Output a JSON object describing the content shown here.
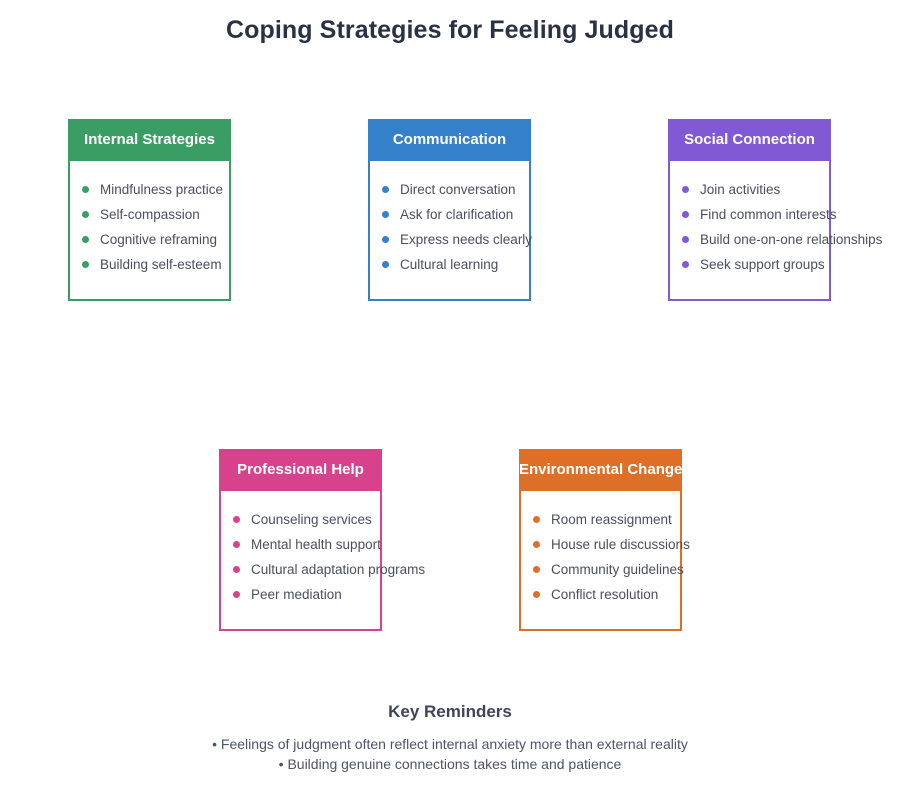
{
  "title": "Coping Strategies for Feeling Judged",
  "cards": [
    {
      "id": "internal",
      "header": "Internal Strategies",
      "color": "#3a9d63",
      "items": [
        "Mindfulness practice",
        "Self-compassion",
        "Cognitive reframing",
        "Building self-esteem"
      ]
    },
    {
      "id": "communication",
      "header": "Communication",
      "color": "#3480ca",
      "items": [
        "Direct conversation",
        "Ask for clarification",
        "Express needs clearly",
        "Cultural learning"
      ]
    },
    {
      "id": "social",
      "header": "Social Connection",
      "color": "#8259d4",
      "items": [
        "Join activities",
        "Find common interests",
        "Build one-on-one relationships",
        "Seek support groups"
      ]
    },
    {
      "id": "professional",
      "header": "Professional Help",
      "color": "#d8428c",
      "items": [
        "Counseling services",
        "Mental health support",
        "Cultural adaptation programs",
        "Peer mediation"
      ]
    },
    {
      "id": "environment",
      "header": "Environmental Changes",
      "color": "#dd7026",
      "items": [
        "Room reassignment",
        "House rule discussions",
        "Community guidelines",
        "Conflict resolution"
      ]
    }
  ],
  "reminders": {
    "title": "Key Reminders",
    "lines": [
      "• Feelings of judgment often reflect internal anxiety more than external reality",
      "• Building genuine connections takes time and patience"
    ]
  }
}
